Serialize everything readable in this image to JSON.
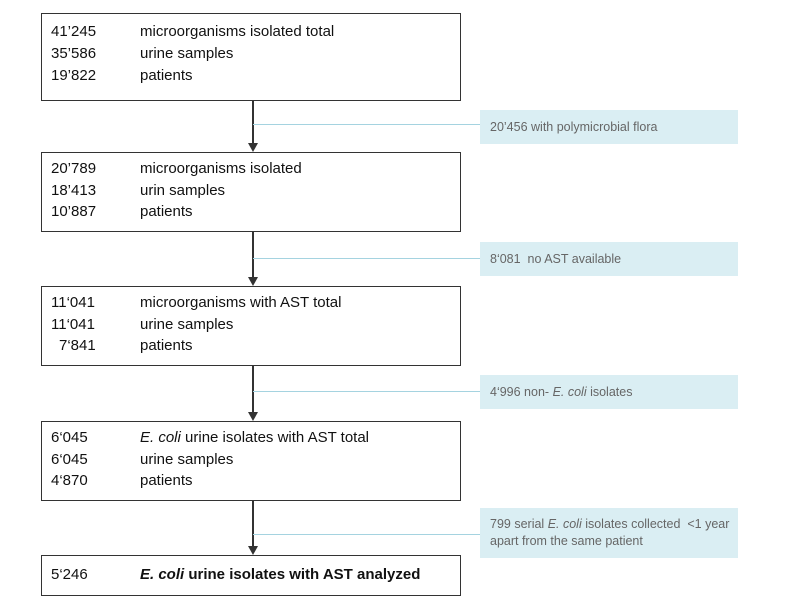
{
  "boxes": [
    {
      "rows": [
        {
          "num": "41’245",
          "label": "microorganisms isolated total"
        },
        {
          "num": "35’586",
          "label": "urine samples"
        },
        {
          "num": "19’822",
          "label": "patients"
        }
      ]
    },
    {
      "rows": [
        {
          "num": "20’789",
          "label": "microorganisms isolated"
        },
        {
          "num": "18’413",
          "label": "urin samples"
        },
        {
          "num": "10’887",
          "label": "patients"
        }
      ]
    },
    {
      "rows": [
        {
          "num": "11‘041",
          "label": "microorganisms with AST total"
        },
        {
          "num": "11‘041",
          "label": "urine samples"
        },
        {
          "num": "7‘841",
          "label": "patients"
        }
      ]
    },
    {
      "rows": [
        {
          "num": "6‘045",
          "label_italic": "E. coli",
          "label_rest": " urine isolates with AST total"
        },
        {
          "num": "6‘045",
          "label": "urine samples"
        },
        {
          "num": "4‘870",
          "label": "patients"
        }
      ]
    },
    {
      "rows": [
        {
          "num": "5‘246",
          "label_italic": "E. coli",
          "label_rest": " urine isolates with AST analyzed"
        }
      ]
    }
  ],
  "exclusions": [
    {
      "text": "20’456 with polymicrobial flora"
    },
    {
      "text": "8‘081  no AST available"
    },
    {
      "pre": "4‘996 non- ",
      "italic": "E. coli",
      "post": " isolates"
    },
    {
      "pre": "799 serial ",
      "italic": "E. coli",
      "post": " isolates collected  <1 year",
      "line2": "apart from the same patient"
    }
  ]
}
